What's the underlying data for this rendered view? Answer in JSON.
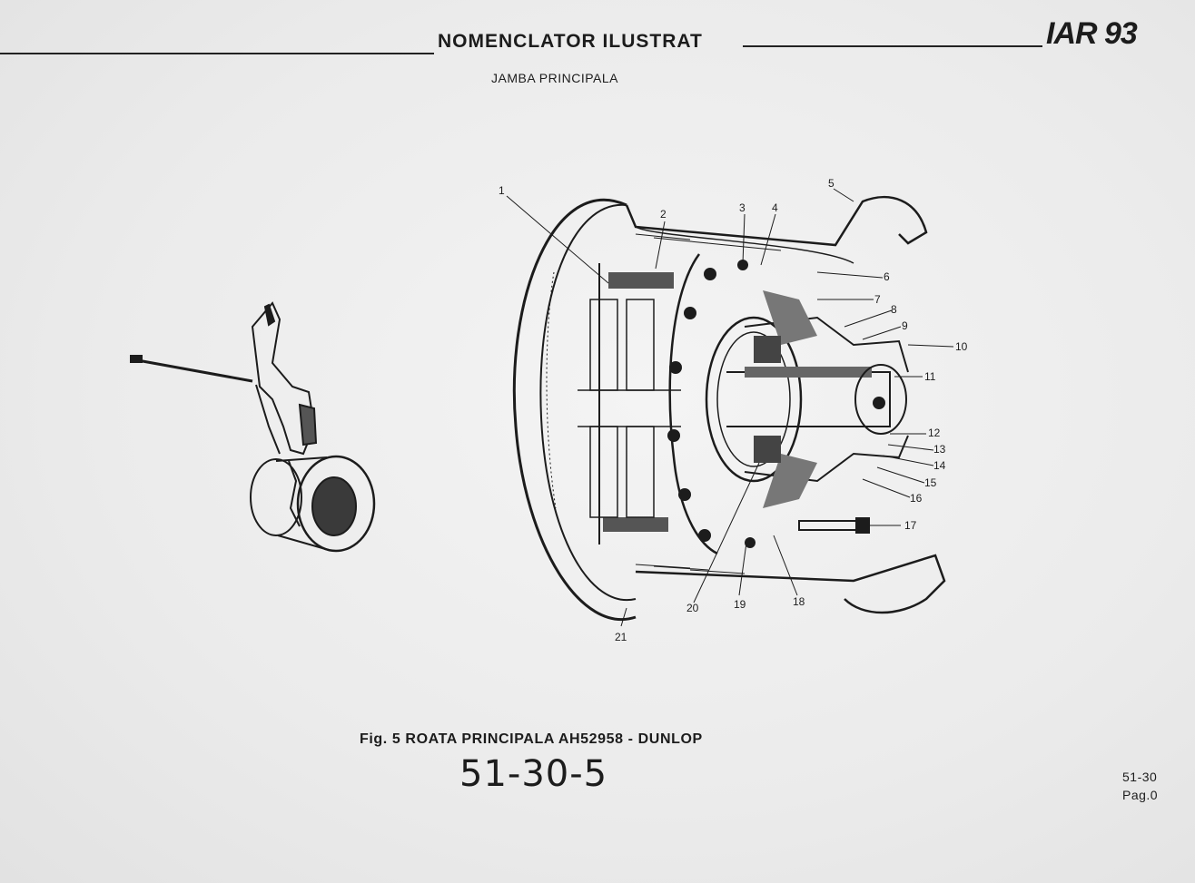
{
  "header": {
    "title": "NOMENCLATOR ILUSTRAT",
    "brand": "IAR 93",
    "section": "JAMBA PRINCIPALA"
  },
  "figure": {
    "caption": "Fig. 5 ROATA PRINCIPALA AH52958 - DUNLOP",
    "ref_code": "51-30-5"
  },
  "footer": {
    "chapter": "51-30",
    "page": "Pag.0"
  },
  "callouts": [
    "1",
    "2",
    "3",
    "4",
    "5",
    "6",
    "7",
    "8",
    "9",
    "10",
    "11",
    "12",
    "13",
    "14",
    "15",
    "16",
    "17",
    "18",
    "19",
    "20",
    "21"
  ]
}
